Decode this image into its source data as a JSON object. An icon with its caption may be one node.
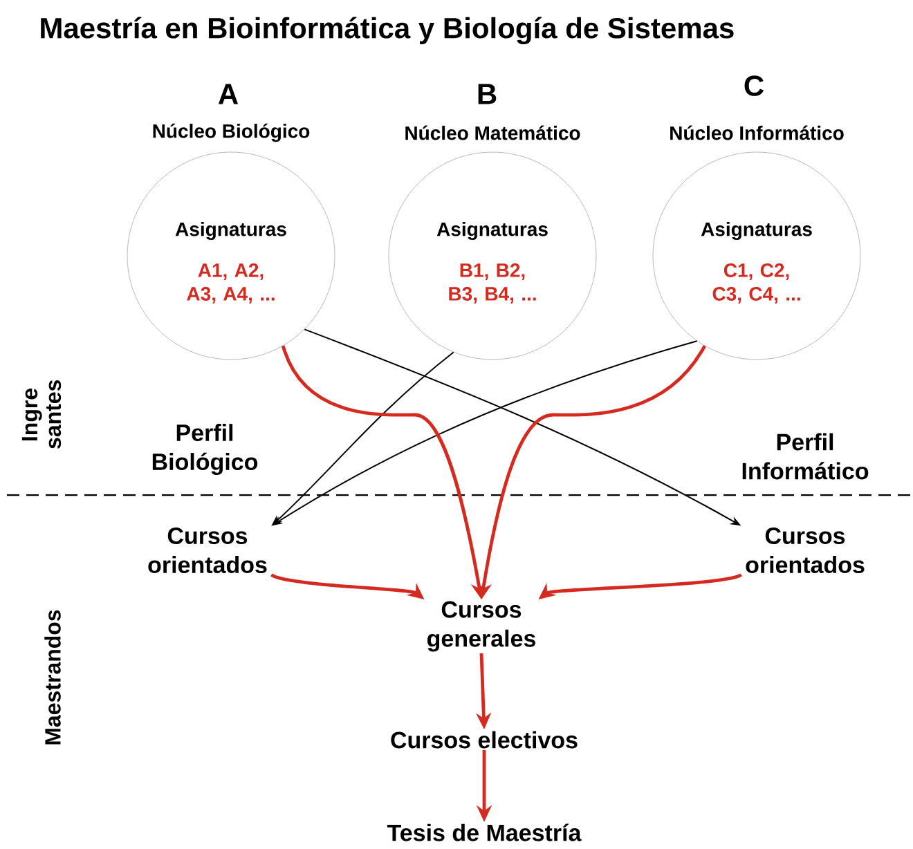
{
  "diagram": {
    "title": "Maestría en Bioinformática y Biología de Sistemas",
    "nodes": [
      {
        "text": [
          "A",
          "Núcleo Biológico",
          "Asignaturas",
          "A1, A2, A3, A4, ..."
        ]
      },
      {
        "text": [
          "B",
          "Núcleo Matemático",
          "Asignaturas",
          "B1, B2, B3, B4, ..."
        ]
      },
      {
        "text": [
          "C",
          "Núcleo Informático",
          "Asignaturas",
          "C1, C2, C3, C4, ..."
        ]
      },
      {
        "text": [
          "Perfil Biológico"
        ]
      },
      {
        "text": [
          "Perfil Informático"
        ]
      },
      {
        "text": [
          "Cursos orientados"
        ]
      },
      {
        "text": [
          "Cursos orientados"
        ]
      },
      {
        "text": [
          "Cursos generales"
        ]
      },
      {
        "text": [
          "Cursos electivos"
        ]
      },
      {
        "text": [
          "Tesis de Maestría"
        ]
      }
    ],
    "edges": [
      {
        "from": 0,
        "to": 6,
        "arrow": "to",
        "color": "#000000"
      },
      {
        "from": 1,
        "to": 5,
        "arrow": "to",
        "color": "#000000"
      },
      {
        "from": 2,
        "to": 5,
        "arrow": "to",
        "color": "#000000"
      },
      {
        "from": 0,
        "to": 7,
        "arrow": "to"
      },
      {
        "from": 2,
        "to": 7,
        "arrow": "to"
      },
      {
        "from": 5,
        "to": 7,
        "arrow": "to"
      },
      {
        "from": 6,
        "to": 7,
        "arrow": "to"
      },
      {
        "from": 7,
        "to": 8,
        "arrow": "to"
      },
      {
        "from": 8,
        "to": 9,
        "arrow": "to"
      }
    ],
    "labels": [
      "Ingre santes",
      "Maestrandos"
    ]
  }
}
